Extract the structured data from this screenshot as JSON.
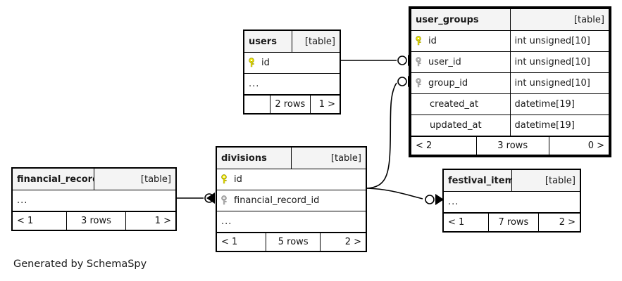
{
  "diagram": {
    "type": "entity-relationship-diagram",
    "caption": "Generated by SchemaSpy",
    "table_tag": "[table]",
    "ellipsis": "...",
    "colors": {
      "primary_key": "#EFE700",
      "foreign_key": "#B3B3B3",
      "header_bg": "#f4f4f4",
      "border": "#000000",
      "text": "#1a1a1a"
    }
  },
  "tables": {
    "user_groups": {
      "name": "user_groups",
      "tag": "[table]",
      "focal": "true",
      "columns": [
        {
          "name": "id",
          "type": "int unsigned[10]",
          "key": "primary"
        },
        {
          "name": "user_id",
          "type": "int unsigned[10]",
          "key": "foreign"
        },
        {
          "name": "group_id",
          "type": "int unsigned[10]",
          "key": "foreign"
        },
        {
          "name": "created_at",
          "type": "datetime[19]",
          "key": "none"
        },
        {
          "name": "updated_at",
          "type": "datetime[19]",
          "key": "none"
        }
      ],
      "footer": {
        "left": "< 2",
        "middle": "3 rows",
        "right": "0 >"
      }
    },
    "users": {
      "name": "users",
      "tag": "[table]",
      "focal": "false",
      "columns": [
        {
          "name": "id",
          "type": "",
          "key": "primary"
        },
        {
          "name": "...",
          "type": "",
          "key": "none"
        }
      ],
      "footer": {
        "left": "",
        "middle": "2 rows",
        "right": "1 >"
      }
    },
    "divisions": {
      "name": "divisions",
      "tag": "[table]",
      "focal": "false",
      "columns": [
        {
          "name": "id",
          "type": "",
          "key": "primary"
        },
        {
          "name": "financial_record_id",
          "type": "",
          "key": "foreign"
        },
        {
          "name": "...",
          "type": "",
          "key": "none"
        }
      ],
      "footer": {
        "left": "< 1",
        "middle": "5 rows",
        "right": "2 >"
      }
    },
    "financial_records": {
      "name": "financial_records",
      "tag": "[table]",
      "focal": "false",
      "columns": [
        {
          "name": "...",
          "type": "",
          "key": "none"
        }
      ],
      "footer": {
        "left": "< 1",
        "middle": "3 rows",
        "right": "1 >"
      }
    },
    "festival_items": {
      "name": "festival_items",
      "tag": "[table]",
      "focal": "false",
      "columns": [
        {
          "name": "...",
          "type": "",
          "key": "none"
        }
      ],
      "footer": {
        "left": "< 1",
        "middle": "7 rows",
        "right": "2 >"
      }
    }
  },
  "relationships": [
    {
      "from": "users.id",
      "to": "user_groups.user_id"
    },
    {
      "from": "divisions.id",
      "to": "user_groups.group_id"
    },
    {
      "from": "financial_records",
      "to": "divisions.financial_record_id"
    },
    {
      "from": "divisions.id",
      "to": "festival_items"
    }
  ]
}
